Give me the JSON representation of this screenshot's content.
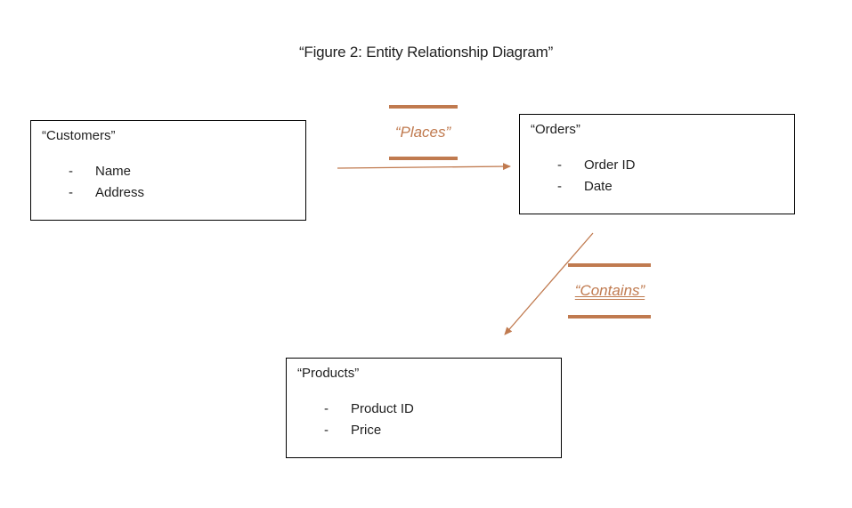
{
  "title": "“Figure 2: Entity Relationship Diagram”",
  "entities": {
    "customers": {
      "name": "“Customers”",
      "attributes": [
        "Name",
        "Address"
      ]
    },
    "orders": {
      "name": "“Orders”",
      "attributes": [
        "Order ID",
        "Date"
      ]
    },
    "products": {
      "name": "“Products”",
      "attributes": [
        "Product ID",
        "Price"
      ]
    }
  },
  "relationships": {
    "places": {
      "label": "“Places”"
    },
    "contains": {
      "label": "“Contains”"
    }
  },
  "bullet": "-",
  "colors": {
    "relationship": "#c07a4f",
    "border": "#000000",
    "text": "#1f1f1f"
  }
}
